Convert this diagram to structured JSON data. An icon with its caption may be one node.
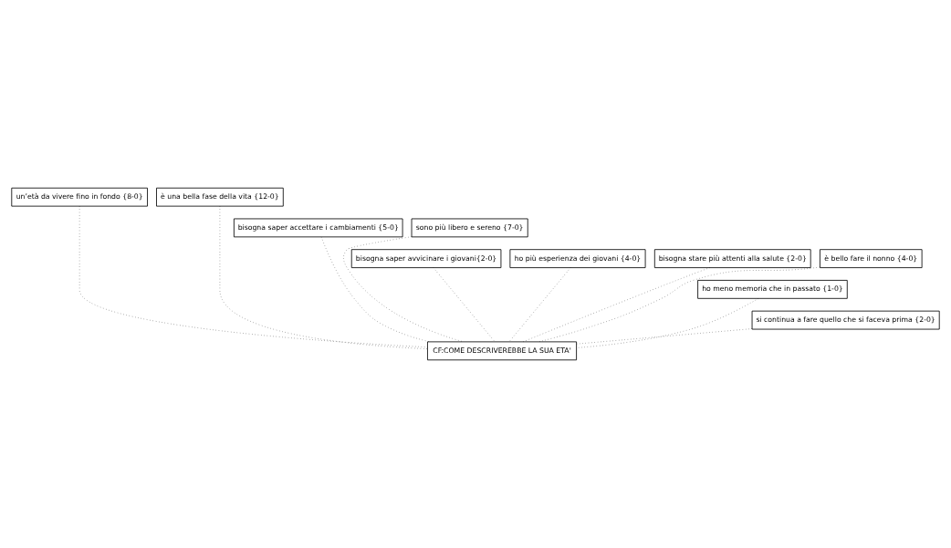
{
  "diagram": {
    "nodes": [
      {
        "text": [
          "un’età da vivere fino in fondo {8-0}"
        ]
      },
      {
        "text": [
          "è una bella fase della vita {12-0}"
        ]
      },
      {
        "text": [
          "bisogna saper accettare i cambiamenti {5-0}"
        ]
      },
      {
        "text": [
          "sono più libero e sereno {7-0}"
        ]
      },
      {
        "text": [
          "bisogna saper avvicinare i giovani{2-0}"
        ]
      },
      {
        "text": [
          "ho più esperienza dei giovani {4-0}"
        ]
      },
      {
        "text": [
          "bisogna stare più attenti alla salute {2-0}"
        ]
      },
      {
        "text": [
          "è bello fare il nonno {4-0}"
        ]
      },
      {
        "text": [
          "ho meno memoria che in passato {1-0}"
        ]
      },
      {
        "text": [
          "si continua a fare quello che si faceva prima {2-0}"
        ]
      },
      {
        "text": [
          "CF:COME DESCRIVEREBBE LA SUA ETA'"
        ]
      }
    ],
    "edges": [
      {
        "from": 0,
        "to": 10,
        "arrow": "none"
      },
      {
        "from": 1,
        "to": 10,
        "arrow": "none"
      },
      {
        "from": 2,
        "to": 10,
        "arrow": "none"
      },
      {
        "from": 3,
        "to": 10,
        "arrow": "none"
      },
      {
        "from": 4,
        "to": 10,
        "arrow": "none"
      },
      {
        "from": 5,
        "to": 10,
        "arrow": "none"
      },
      {
        "from": 6,
        "to": 10,
        "arrow": "none"
      },
      {
        "from": 7,
        "to": 10,
        "arrow": "none"
      },
      {
        "from": 8,
        "to": 10,
        "arrow": "none"
      },
      {
        "from": 9,
        "to": 10,
        "arrow": "none"
      }
    ]
  }
}
